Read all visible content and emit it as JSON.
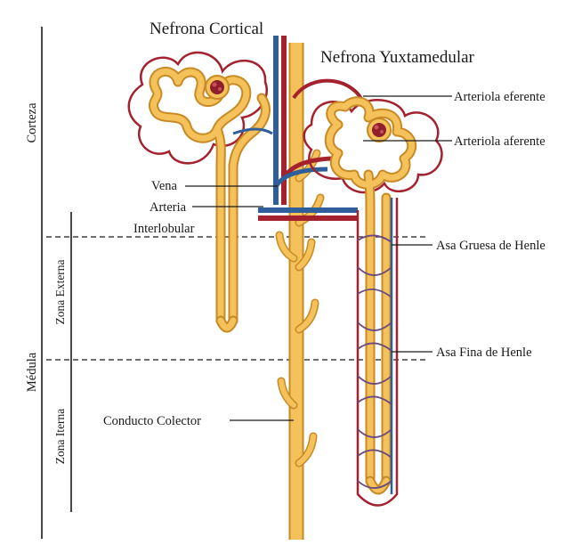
{
  "titles": {
    "cortical": "Nefrona Cortical",
    "juxtamedullary": "Nefrona Yuxtamedular"
  },
  "regions": {
    "cortex": "Corteza",
    "medulla": "Médula",
    "outer_zone": "Zona Externa",
    "inner_zone": "Zona Iterna"
  },
  "labels": {
    "efferent_arteriole": "Arteriola eferente",
    "afferent_arteriole": "Arteriola aferente",
    "vein": "Vena",
    "artery": "Arteria",
    "interlobular": "Interlobular",
    "thick_loop": "Asa Gruesa de Henle",
    "thin_loop": "Asa Fina de Henle",
    "collecting_duct": "Conducto Colector"
  },
  "colors": {
    "tubule": "#f5c15a",
    "tubule_edge": "#c88a24",
    "artery": "#a3222e",
    "vein": "#2f5f9a",
    "vasa_mix": "#6a4a7e",
    "glomerulus": "#8e1f2b"
  }
}
